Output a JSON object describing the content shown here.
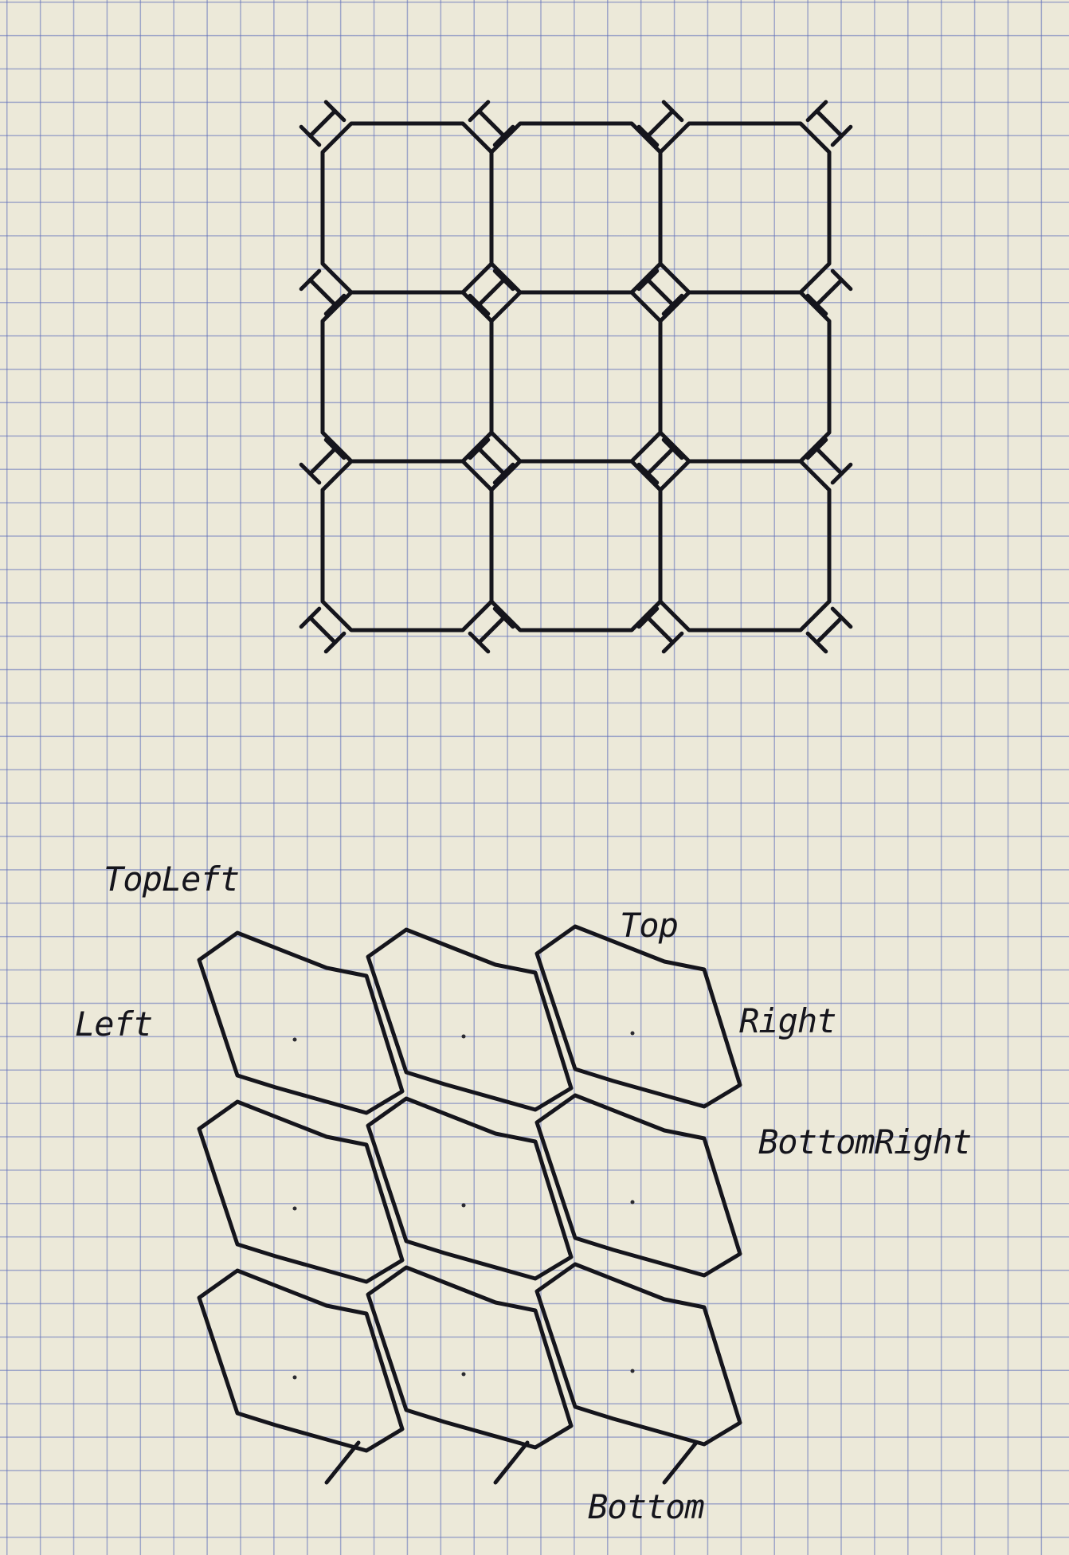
{
  "labels": {
    "top_left": "TopLeft",
    "top": "Top",
    "left": "Left",
    "right": "Right",
    "bottom_right": "BottomRight",
    "bottom": "Bottom"
  },
  "diagrams": {
    "upper": {
      "rows": 3,
      "cols": 3
    },
    "lower": {
      "rows": 3,
      "cols": 3
    }
  },
  "colors": {
    "ink": "#15151c",
    "paper": "#ece9d9",
    "grid": "#5f6eb9"
  }
}
